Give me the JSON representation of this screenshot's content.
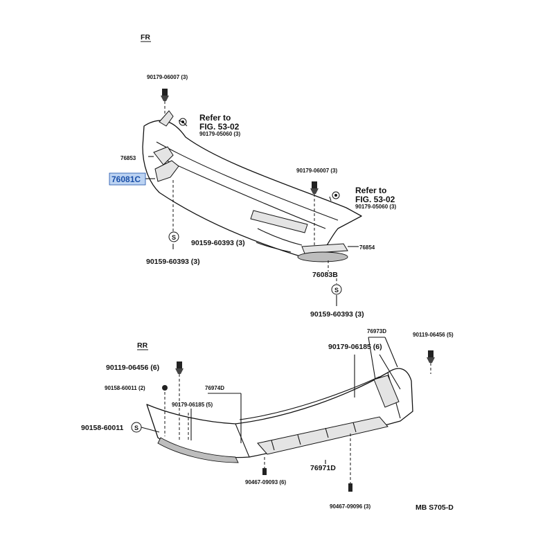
{
  "sections": {
    "front": "FR",
    "rear": "RR"
  },
  "front_labels": {
    "bolt_top_left": "90179-06007 (3)",
    "refer_1a": "Refer to",
    "refer_1b": "FIG. 53-02",
    "nut_1": "90179-05060 (3)",
    "p76853": "76853",
    "p76081c": "76081C",
    "screw_left": "90159-60393 (3)",
    "screw_mid": "90159-60393  (3)",
    "bolt_mid": "90179-06007 (3)",
    "refer_2a": "Refer to",
    "refer_2b": "FIG. 53-02",
    "nut_2": "90179-05060 (3)",
    "p76854": "76854",
    "p76083b": "76083B",
    "screw_bottom": "90159-60393 (3)"
  },
  "rear_labels": {
    "p76973d": "76973D",
    "bolt_6185_6": "90179-06185 (6)",
    "bolt_6456_5": "90119-06456 (5)",
    "bolt_6456_6": "90119-06456 (6)",
    "nut_60011_2": "90158-60011 (2)",
    "p76974d": "76974D",
    "bolt_6185_5": "90179-06185 (5)",
    "nut_60011": "90158-60011",
    "p76971d": "76971D",
    "clip_1": "90467-09093 (6)",
    "clip_2": "90467-09096 (3)"
  },
  "code": "MB S705-D",
  "colors": {
    "highlight": "#1a4fa8",
    "highlight_box": "#bcd3f2",
    "ink": "#111111"
  }
}
